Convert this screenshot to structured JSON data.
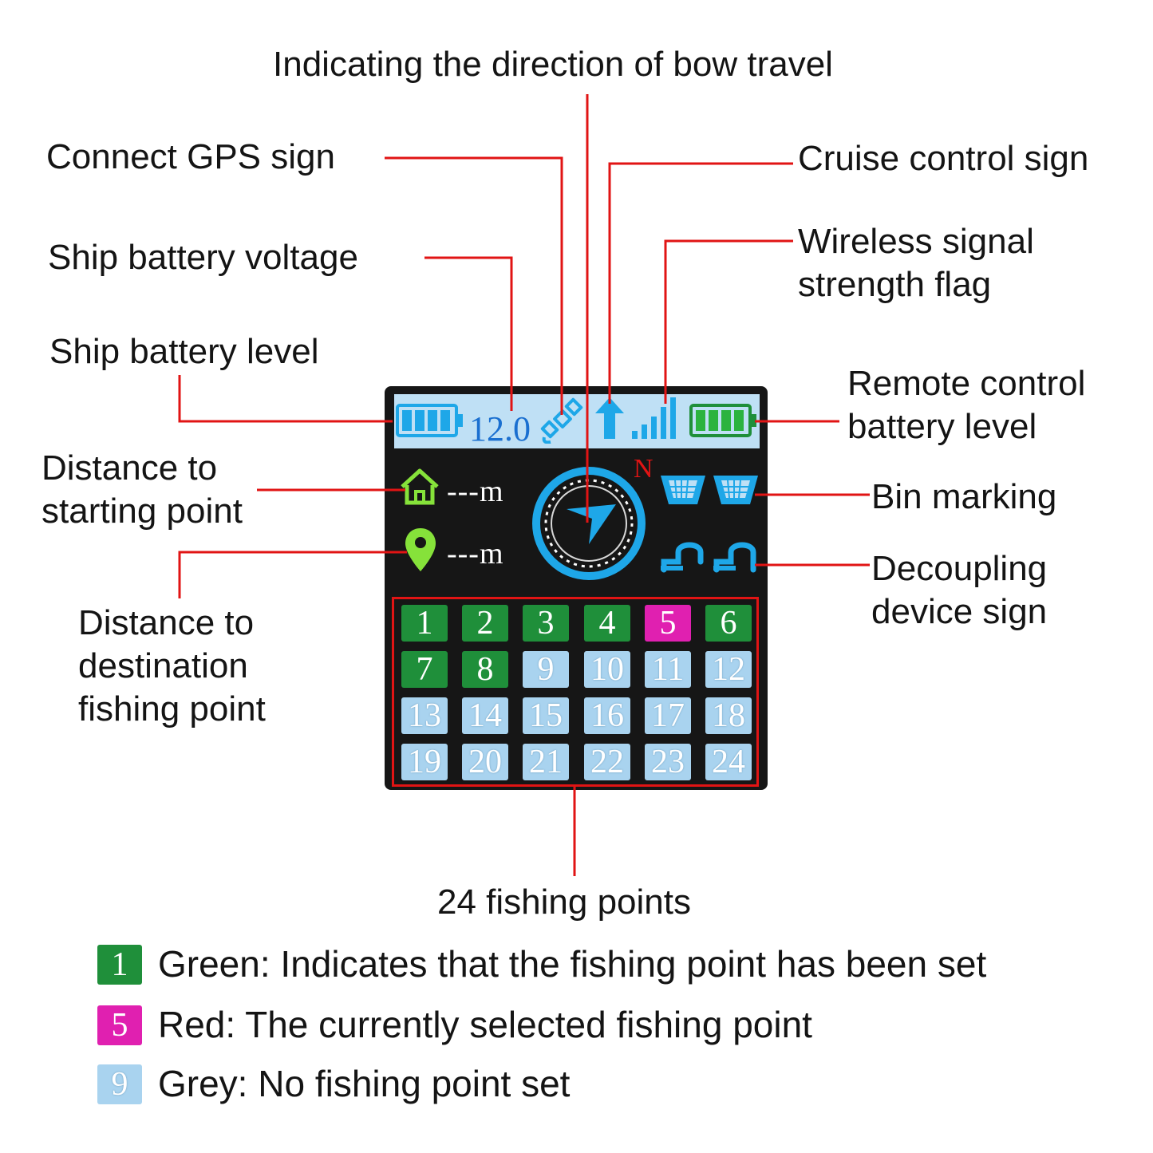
{
  "labels": {
    "bow_direction": "Indicating the direction of bow travel",
    "gps": "Connect GPS sign",
    "battery_voltage": "Ship battery voltage",
    "battery_level": "Ship battery level",
    "dist_start_1": "Distance to",
    "dist_start_2": "starting point",
    "dist_dest_1": "Distance to",
    "dist_dest_2": "destination",
    "dist_dest_3": "fishing point",
    "cruise": "Cruise control sign",
    "wireless_1": "Wireless signal",
    "wireless_2": "strength flag",
    "remote_batt_1": "Remote control",
    "remote_batt_2": "battery level",
    "bin": "Bin marking",
    "decoupling_1": "Decoupling",
    "decoupling_2": "device sign",
    "points": "24 fishing points"
  },
  "screen": {
    "voltage": "12.0",
    "compass_n": "N",
    "dist_start": "---m",
    "dist_dest": "---m",
    "tiles": [
      {
        "n": "1",
        "state": "green"
      },
      {
        "n": "2",
        "state": "green"
      },
      {
        "n": "3",
        "state": "green"
      },
      {
        "n": "4",
        "state": "green"
      },
      {
        "n": "5",
        "state": "red"
      },
      {
        "n": "6",
        "state": "green"
      },
      {
        "n": "7",
        "state": "green"
      },
      {
        "n": "8",
        "state": "green"
      },
      {
        "n": "9",
        "state": "grey"
      },
      {
        "n": "10",
        "state": "grey"
      },
      {
        "n": "11",
        "state": "grey"
      },
      {
        "n": "12",
        "state": "grey"
      },
      {
        "n": "13",
        "state": "grey"
      },
      {
        "n": "14",
        "state": "grey"
      },
      {
        "n": "15",
        "state": "grey"
      },
      {
        "n": "16",
        "state": "grey"
      },
      {
        "n": "17",
        "state": "grey"
      },
      {
        "n": "18",
        "state": "grey"
      },
      {
        "n": "19",
        "state": "grey"
      },
      {
        "n": "20",
        "state": "grey"
      },
      {
        "n": "21",
        "state": "grey"
      },
      {
        "n": "22",
        "state": "grey"
      },
      {
        "n": "23",
        "state": "grey"
      },
      {
        "n": "24",
        "state": "grey"
      }
    ]
  },
  "legend": [
    {
      "n": "1",
      "state": "green",
      "text": "Green: Indicates that the fishing point has been set"
    },
    {
      "n": "5",
      "state": "red",
      "text": "Red: The currently selected fishing point"
    },
    {
      "n": "9",
      "state": "grey",
      "text": "Grey: No fishing point set"
    }
  ],
  "colors": {
    "leader_line": "#e11414",
    "tile_green": "#1f8f3a",
    "tile_red": "#e020b0",
    "tile_grey": "#a9d3ef",
    "icon_blue": "#1ea7e8",
    "icon_green": "#86e23a"
  },
  "icons": [
    "battery-icon",
    "gps-satellite-icon",
    "cruise-arrow-icon",
    "signal-bars-icon",
    "home-icon",
    "location-pin-icon",
    "compass-icon",
    "bin-icon",
    "decoupling-icon"
  ]
}
